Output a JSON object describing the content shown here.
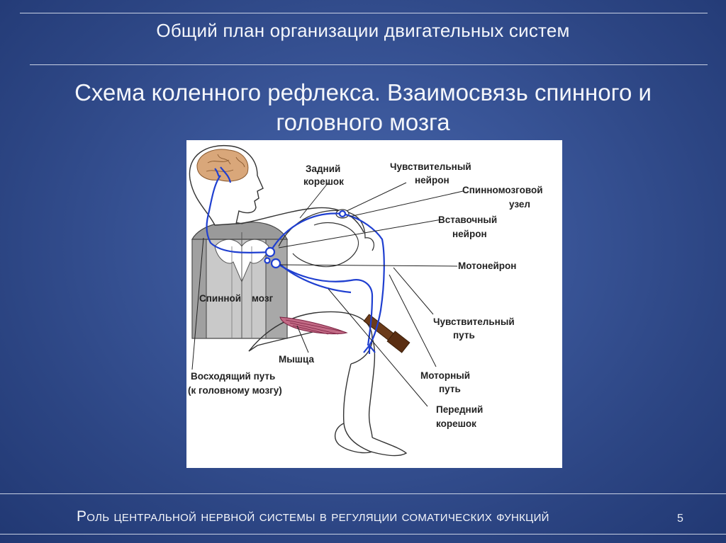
{
  "slide": {
    "header_title": "Общий план организации двигательных систем",
    "subtitle": "Схема коленного рефлекса. Взаимосвязь спинного и головного мозга",
    "footer_title": "Роль центральной нервной системы в регуляции соматических функций",
    "page_number": "5"
  },
  "diagram": {
    "labels": {
      "posterior_root_1": "Задний",
      "posterior_root_2": "корешок",
      "sensory_neuron_1": "Чувствительный",
      "sensory_neuron_2": "нейрон",
      "spinal_ganglion_1": "Спинномозговой",
      "spinal_ganglion_2": "узел",
      "interneuron_1": "Вставочный",
      "interneuron_2": "нейрон",
      "motoneuron": "Мотонейрон",
      "spinal_cord_1": "Спинной",
      "spinal_cord_2": "мозг",
      "sensory_path_1": "Чувствительный",
      "sensory_path_2": "путь",
      "muscle": "Мышца",
      "ascending_path_1": "Восходящий путь",
      "ascending_path_2": "(к головному мозгу)",
      "motor_path_1": "Моторный",
      "motor_path_2": "путь",
      "anterior_root_1": "Передний",
      "anterior_root_2": "корешок"
    },
    "colors": {
      "nerve": "#1f3fd0",
      "brain": "#d9a77a",
      "muscle": "#b03050",
      "cord": "#9a9a9a",
      "hammer": "#6b3b1a"
    }
  }
}
